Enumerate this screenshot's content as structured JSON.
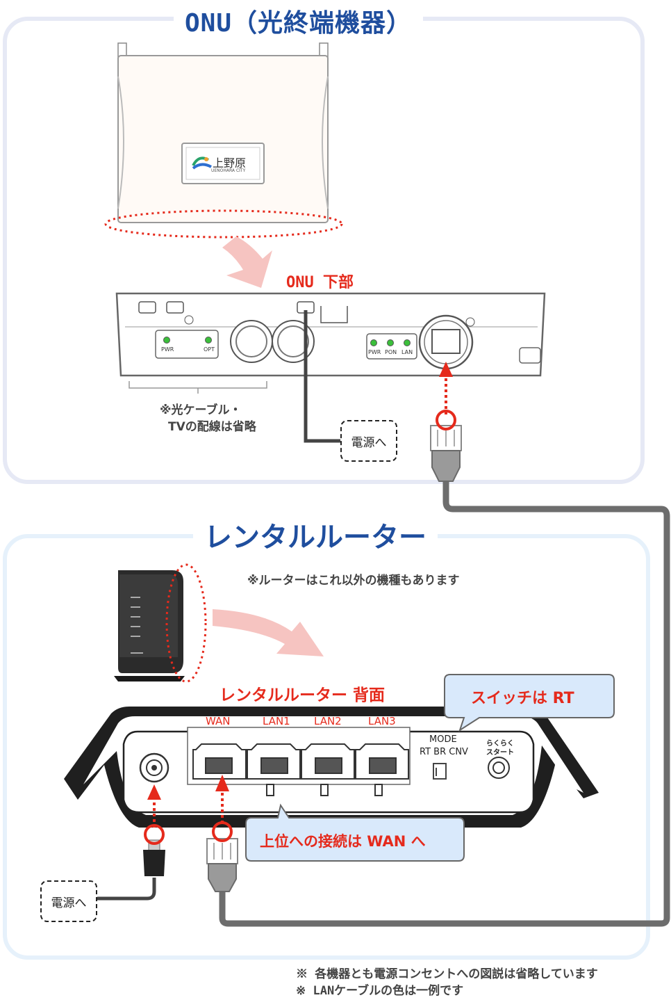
{
  "onu_section": {
    "title": "ONU（光終端機器）",
    "logo_text": "上野原",
    "logo_subtext": "UENOHARA CITY",
    "bottom_label": "ONU 下部",
    "led_left": [
      "PWR",
      "OPT"
    ],
    "led_right": [
      "PWR",
      "PON",
      "LAN"
    ],
    "omit_note_line1": "※光ケーブル・",
    "omit_note_line2": "TVの配線は省略",
    "power_label": "電源へ"
  },
  "router_section": {
    "title": "レンタルルーター",
    "model_note": "※ルーターはこれ以外の機種もあります",
    "back_label": "レンタルルーター 背面",
    "switch_callout": "スイッチは RT",
    "ports": [
      "WAN",
      "LAN1",
      "LAN2",
      "LAN3"
    ],
    "mode_label": "MODE",
    "mode_options": "RT BR CNV",
    "easy_start_line1": "らくらく",
    "easy_start_line2": "スタート",
    "wan_callout": "上位への接続は WAN へ",
    "power_label": "電源へ"
  },
  "footer": {
    "line1": "※ 各機器とも電源コンセントへの図説は省略しています",
    "line2": "※ LANケーブルの色は一例です"
  },
  "colors": {
    "accent_red": "#e52a1c",
    "title_blue": "#1f4e9e",
    "cable_gray": "#6d6d6d",
    "arrow_pink": "#f6c4c1",
    "callout_bg": "#d9e9fb"
  }
}
